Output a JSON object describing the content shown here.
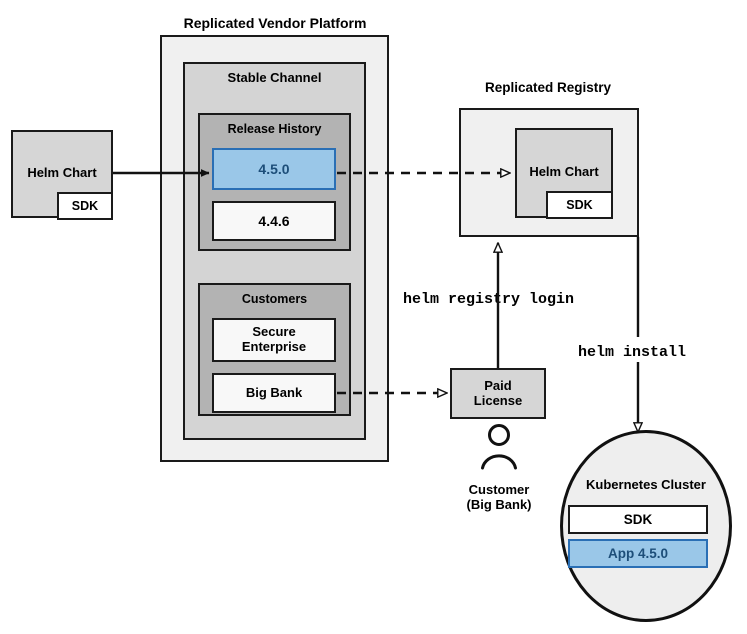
{
  "diagram": {
    "title_vendor_platform": "Replicated Vendor Platform",
    "title_registry": "Replicated Registry",
    "source_chart": {
      "name": "Helm Chart",
      "sub": "SDK"
    },
    "stable_channel": {
      "label": "Stable Channel",
      "release_history": {
        "label": "Release History",
        "releases": [
          {
            "version": "4.5.0",
            "highlighted": true
          },
          {
            "version": "4.4.6",
            "highlighted": false
          }
        ]
      },
      "customers": {
        "label": "Customers",
        "items": [
          {
            "name": "Secure\nEnterprise"
          },
          {
            "name": "Big Bank"
          }
        ]
      }
    },
    "registry": {
      "chart": {
        "name": "Helm Chart",
        "sub": "SDK"
      }
    },
    "license": {
      "label": "Paid\nLicense"
    },
    "customer": {
      "label": "Customer\n(Big Bank)"
    },
    "cluster": {
      "label": "Kubernetes Cluster",
      "workloads": [
        {
          "name": "SDK",
          "highlighted": false
        },
        {
          "name": "App 4.5.0",
          "highlighted": true
        }
      ]
    },
    "commands": {
      "registry_login": "helm registry login",
      "install": "helm install"
    },
    "colors": {
      "accent_blue_fill": "#9ac7e8",
      "accent_blue_border": "#2a6fb5",
      "accent_blue_text": "#1d4e79",
      "outline": "#1a1a1a",
      "container_outer": "#f0f0f0",
      "container_mid": "#d4d4d4",
      "container_inner": "#b3b3b3"
    }
  }
}
